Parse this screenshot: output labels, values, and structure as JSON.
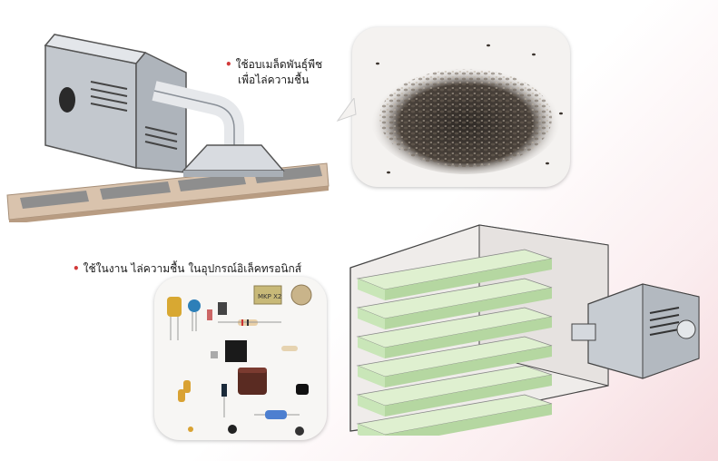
{
  "captions": {
    "seed_drying": {
      "line1": "ใช้อบเมล็ดพันธุ์พืช",
      "line2": "เพื่อไล่ความชื้น"
    },
    "electronics": "ใช้ในงาน ไล่ความชื้น ในอุปกรณ์อิเล็คทรอนิกส์"
  },
  "component_labels": {
    "capacitor_box": "MKP X2"
  },
  "colors": {
    "bullet": "#d23a3a",
    "tray": "#c9e6b8",
    "belt": "#d9c3ad",
    "machine_body": "#cfd3d8"
  }
}
